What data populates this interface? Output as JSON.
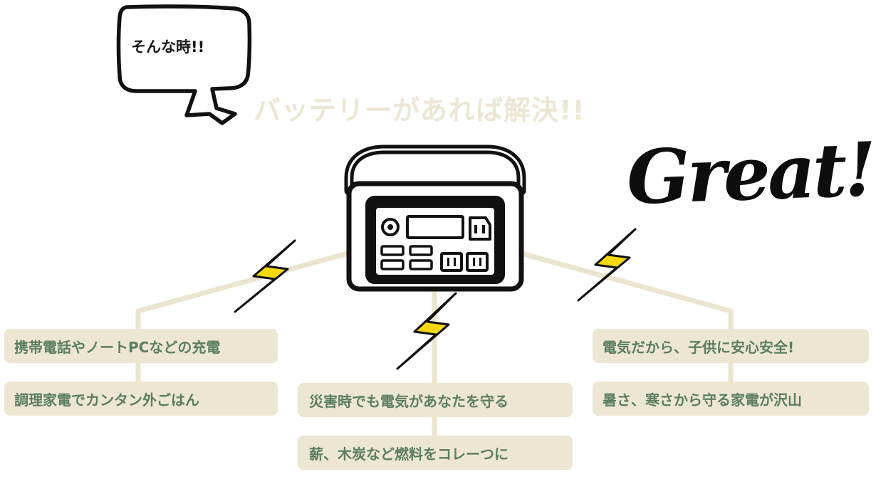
{
  "bubble": {
    "text": "そんな時!!"
  },
  "headline": "バッテリーがあれば解決!!",
  "great": "Great!",
  "features": {
    "left": [
      "携帯電話やノートPCなどの充電",
      "調理家電でカンタン外ごはん"
    ],
    "center": [
      "災害時でも電気があなたを守る",
      "薪、木炭など燃料をコレーつに"
    ],
    "right": [
      "電気だから、子供に安心安全!",
      "暑さ、寒さから守る家電が沢山"
    ]
  },
  "colors": {
    "pill_bg": "#ede6d3",
    "pill_text": "#5b7e60",
    "connector": "#ebe4cf",
    "bolt": "#f5d90f",
    "outline": "#111111",
    "headline": "#ece6d4"
  },
  "icons": [
    "speech-bubble-icon",
    "portable-battery-icon",
    "lightning-bolt-icon"
  ]
}
